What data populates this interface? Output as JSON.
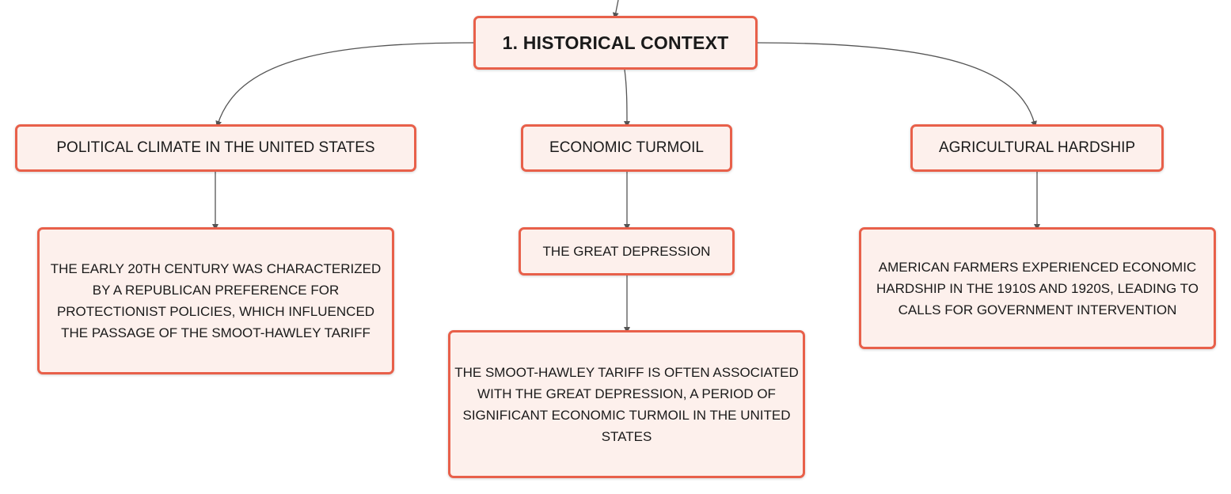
{
  "diagram": {
    "root": {
      "label": "1. HISTORICAL CONTEXT"
    },
    "branches": [
      {
        "label": "POLITICAL CLIMATE IN THE UNITED STATES",
        "detail": "THE EARLY 20TH CENTURY WAS CHARACTERIZED BY A REPUBLICAN PREFERENCE FOR PROTECTIONIST POLICIES, WHICH INFLUENCED THE PASSAGE OF THE SMOOT-HAWLEY TARIFF"
      },
      {
        "label": "ECONOMIC TURMOIL",
        "subtopic": "THE GREAT DEPRESSION",
        "detail": "THE SMOOT-HAWLEY TARIFF IS OFTEN ASSOCIATED WITH THE GREAT DEPRESSION, A PERIOD OF SIGNIFICANT ECONOMIC TURMOIL IN THE UNITED STATES"
      },
      {
        "label": "AGRICULTURAL HARDSHIP",
        "detail": "AMERICAN FARMERS EXPERIENCED ECONOMIC HARDSHIP IN THE 1910S AND 1920S, LEADING TO CALLS FOR GOVERNMENT INTERVENTION"
      }
    ],
    "colors": {
      "node_border": "#e8604a",
      "node_fill": "#fdf0ec",
      "connector": "#555555",
      "text": "#1a1a1a"
    }
  }
}
